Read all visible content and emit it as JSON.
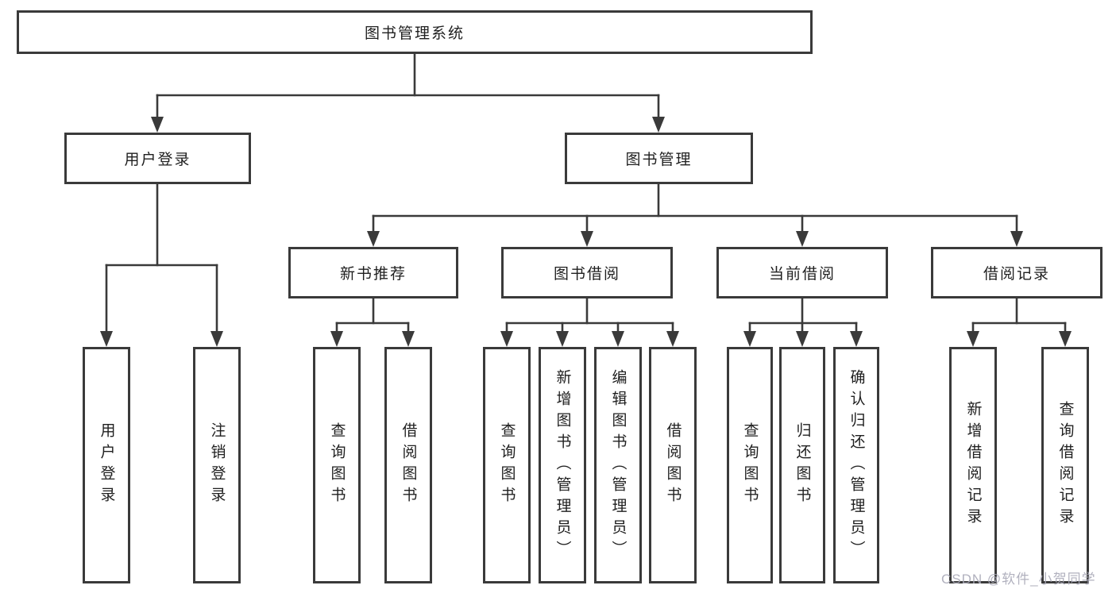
{
  "diagram": {
    "line_color": "#3a3a3a",
    "box_border_color": "#3a3a3a",
    "text_color": "#1f1f1f",
    "background_color": "#ffffff",
    "nodes": {
      "root": {
        "label": "图书管理系统"
      },
      "user_login": {
        "label": "用户登录"
      },
      "book_mgmt": {
        "label": "图书管理"
      },
      "new_book_rec": {
        "label": "新书推荐"
      },
      "book_borrow": {
        "label": "图书借阅"
      },
      "current_borrow": {
        "label": "当前借阅"
      },
      "borrow_record": {
        "label": "借阅记录"
      },
      "leaf_user_login": {
        "label": "用户登录"
      },
      "leaf_logout": {
        "label": "注销登录"
      },
      "leaf_query_book_1": {
        "label": "查询图书"
      },
      "leaf_borrow_book_1": {
        "label": "借阅图书"
      },
      "leaf_query_book_2": {
        "label": "查询图书"
      },
      "leaf_add_book": {
        "label": "新增图书（管理员）"
      },
      "leaf_edit_book": {
        "label": "编辑图书（管理员）"
      },
      "leaf_borrow_book_2": {
        "label": "借阅图书"
      },
      "leaf_query_book_3": {
        "label": "查询图书"
      },
      "leaf_return_book": {
        "label": "归还图书"
      },
      "leaf_confirm_return": {
        "label": "确认归还（管理员）"
      },
      "leaf_add_borrow_record": {
        "label": "新增借阅记录"
      },
      "leaf_query_borrow_record": {
        "label": "查询借阅记录"
      }
    }
  },
  "watermark": {
    "text": "CSDN @软件_小贺同学",
    "color": "#a9a9b8"
  }
}
